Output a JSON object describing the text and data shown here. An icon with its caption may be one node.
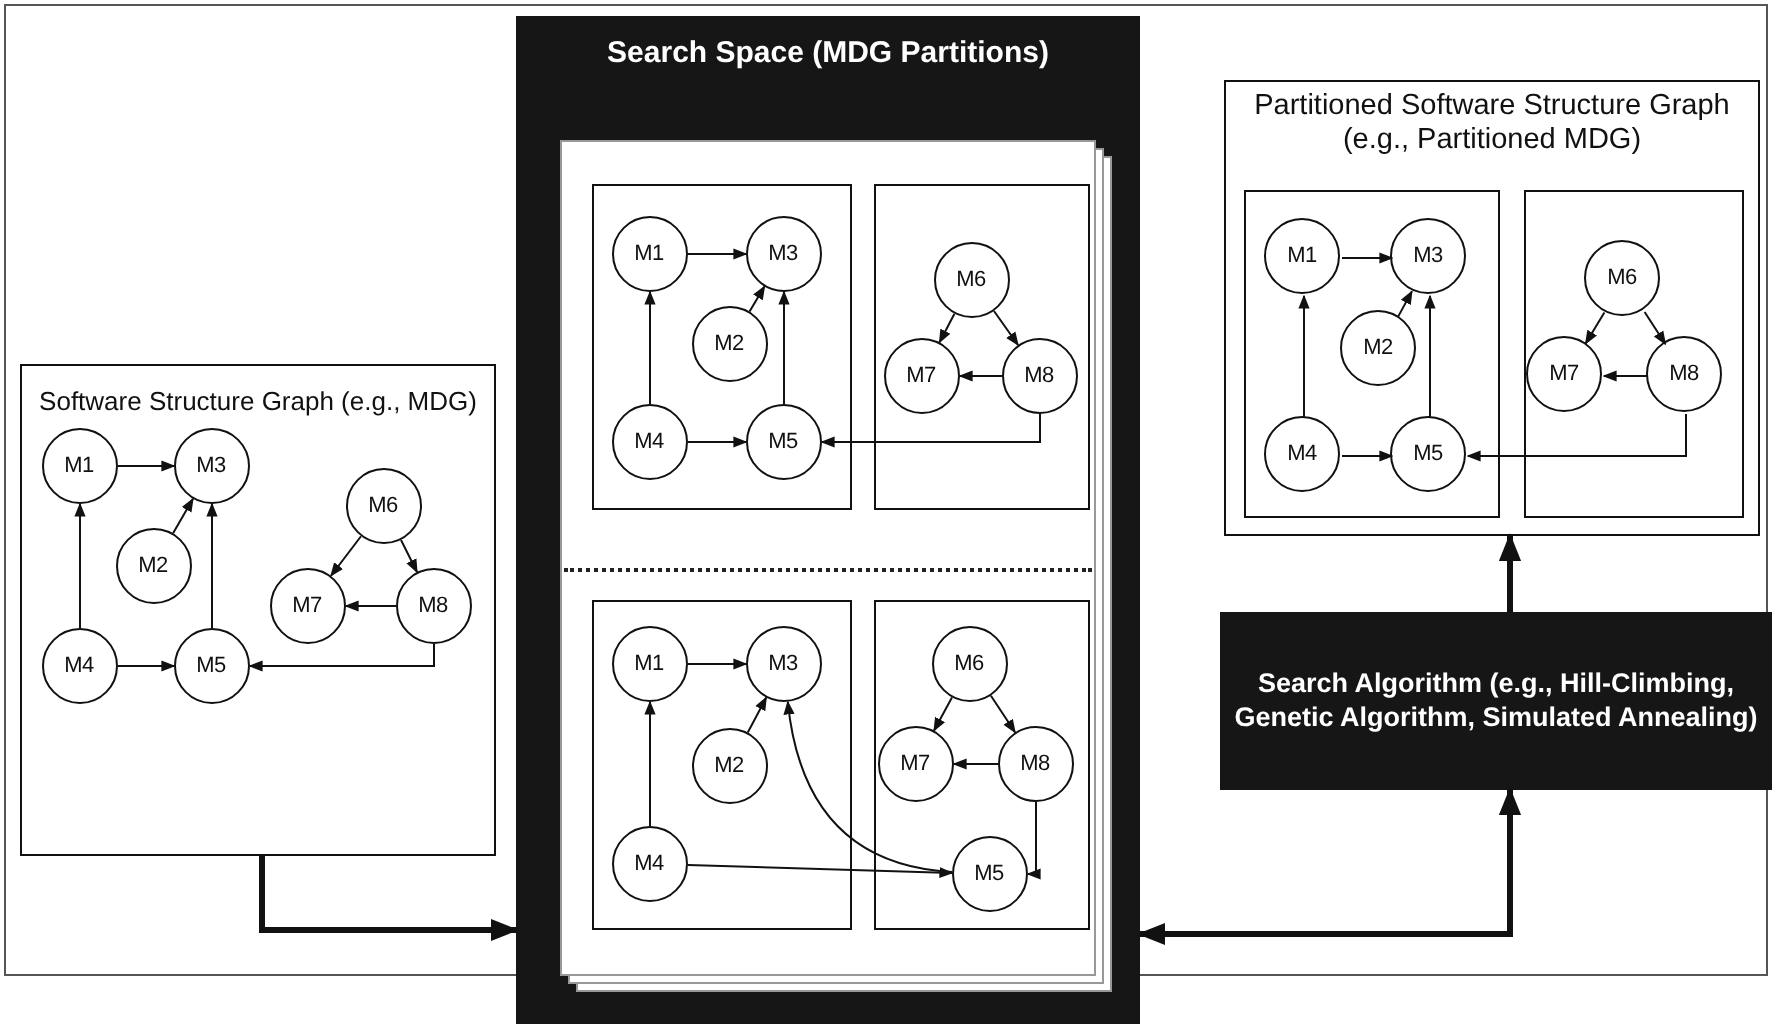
{
  "diagram": {
    "nodes": [
      {
        "text": [
          "Software Structure Graph (e.g., MDG)"
        ]
      },
      {
        "text": [
          "M1"
        ],
        "in": 0
      },
      {
        "text": [
          "M2"
        ],
        "in": 0
      },
      {
        "text": [
          "M3"
        ],
        "in": 0
      },
      {
        "text": [
          "M4"
        ],
        "in": 0
      },
      {
        "text": [
          "M5"
        ],
        "in": 0
      },
      {
        "text": [
          "M6"
        ],
        "in": 0
      },
      {
        "text": [
          "M7"
        ],
        "in": 0
      },
      {
        "text": [
          "M8"
        ],
        "in": 0
      },
      {
        "text": [
          "Search Space (MDG Partitions)"
        ]
      },
      {
        "text": [],
        "shape": "box",
        "in": 9
      },
      {
        "text": [
          "M1"
        ],
        "in": 10
      },
      {
        "text": [
          "M2"
        ],
        "in": 10
      },
      {
        "text": [
          "M3"
        ],
        "in": 10
      },
      {
        "text": [
          "M4"
        ],
        "in": 10
      },
      {
        "text": [
          "M5"
        ],
        "in": 10
      },
      {
        "text": [],
        "shape": "box",
        "in": 9
      },
      {
        "text": [
          "M6"
        ],
        "in": 16
      },
      {
        "text": [
          "M7"
        ],
        "in": 16
      },
      {
        "text": [
          "M8"
        ],
        "in": 16
      },
      {
        "text": [],
        "shape": "box",
        "in": 9
      },
      {
        "text": [
          "M1"
        ],
        "in": 20
      },
      {
        "text": [
          "M2"
        ],
        "in": 20
      },
      {
        "text": [
          "M3"
        ],
        "in": 20
      },
      {
        "text": [
          "M4"
        ],
        "in": 20
      },
      {
        "text": [],
        "shape": "box",
        "in": 9
      },
      {
        "text": [
          "M6"
        ],
        "in": 25
      },
      {
        "text": [
          "M7"
        ],
        "in": 25
      },
      {
        "text": [
          "M8"
        ],
        "in": 25
      },
      {
        "text": [
          "M5"
        ],
        "in": 25
      },
      {
        "text": [
          "Partitioned Software Structure Graph (e.g., Partitioned MDG)"
        ]
      },
      {
        "text": [],
        "shape": "box",
        "in": 30
      },
      {
        "text": [
          "M1"
        ],
        "in": 31
      },
      {
        "text": [
          "M2"
        ],
        "in": 31
      },
      {
        "text": [
          "M3"
        ],
        "in": 31
      },
      {
        "text": [
          "M4"
        ],
        "in": 31
      },
      {
        "text": [
          "M5"
        ],
        "in": 31
      },
      {
        "text": [],
        "shape": "box",
        "in": 30
      },
      {
        "text": [
          "M6"
        ],
        "in": 37
      },
      {
        "text": [
          "M7"
        ],
        "in": 37
      },
      {
        "text": [
          "M8"
        ],
        "in": 37
      },
      {
        "text": [
          "Search Algorithm (e.g., Hill-Climbing, Genetic Algorithm, Simulated Annealing)"
        ]
      }
    ],
    "edges": [
      {
        "from": 1,
        "to": 3,
        "arrow": "to"
      },
      {
        "from": 2,
        "to": 3,
        "arrow": "to"
      },
      {
        "from": 4,
        "to": 1,
        "arrow": "to"
      },
      {
        "from": 5,
        "to": 3,
        "arrow": "to"
      },
      {
        "from": 4,
        "to": 5,
        "arrow": "to"
      },
      {
        "from": 6,
        "to": 7,
        "arrow": "to"
      },
      {
        "from": 6,
        "to": 8,
        "arrow": "to"
      },
      {
        "from": 8,
        "to": 7,
        "arrow": "to"
      },
      {
        "from": 8,
        "to": 5,
        "arrow": "to"
      },
      {
        "from": 11,
        "to": 13,
        "arrow": "to"
      },
      {
        "from": 12,
        "to": 13,
        "arrow": "to"
      },
      {
        "from": 14,
        "to": 11,
        "arrow": "to"
      },
      {
        "from": 15,
        "to": 13,
        "arrow": "to"
      },
      {
        "from": 14,
        "to": 15,
        "arrow": "to"
      },
      {
        "from": 17,
        "to": 18,
        "arrow": "to"
      },
      {
        "from": 17,
        "to": 19,
        "arrow": "to"
      },
      {
        "from": 19,
        "to": 18,
        "arrow": "to"
      },
      {
        "from": 19,
        "to": 15,
        "arrow": "to"
      },
      {
        "from": 21,
        "to": 23,
        "arrow": "to"
      },
      {
        "from": 22,
        "to": 23,
        "arrow": "to"
      },
      {
        "from": 24,
        "to": 21,
        "arrow": "to"
      },
      {
        "from": 29,
        "to": 23,
        "arrow": "to"
      },
      {
        "from": 24,
        "to": 29,
        "arrow": "to"
      },
      {
        "from": 26,
        "to": 27,
        "arrow": "to"
      },
      {
        "from": 26,
        "to": 28,
        "arrow": "to"
      },
      {
        "from": 28,
        "to": 27,
        "arrow": "to"
      },
      {
        "from": 28,
        "to": 29,
        "arrow": "to"
      },
      {
        "from": 32,
        "to": 34,
        "arrow": "to"
      },
      {
        "from": 33,
        "to": 34,
        "arrow": "to"
      },
      {
        "from": 35,
        "to": 32,
        "arrow": "to"
      },
      {
        "from": 36,
        "to": 34,
        "arrow": "to"
      },
      {
        "from": 35,
        "to": 36,
        "arrow": "to"
      },
      {
        "from": 38,
        "to": 39,
        "arrow": "to"
      },
      {
        "from": 38,
        "to": 40,
        "arrow": "to"
      },
      {
        "from": 40,
        "to": 39,
        "arrow": "to"
      },
      {
        "from": 40,
        "to": 36,
        "arrow": "to"
      },
      {
        "from": 0,
        "to": 9,
        "arrow": "to",
        "style": "thick"
      },
      {
        "from": 41,
        "to": 9,
        "arrow": "both",
        "style": "thick"
      },
      {
        "from": 41,
        "to": 30,
        "arrow": "to",
        "style": "thick"
      }
    ]
  }
}
